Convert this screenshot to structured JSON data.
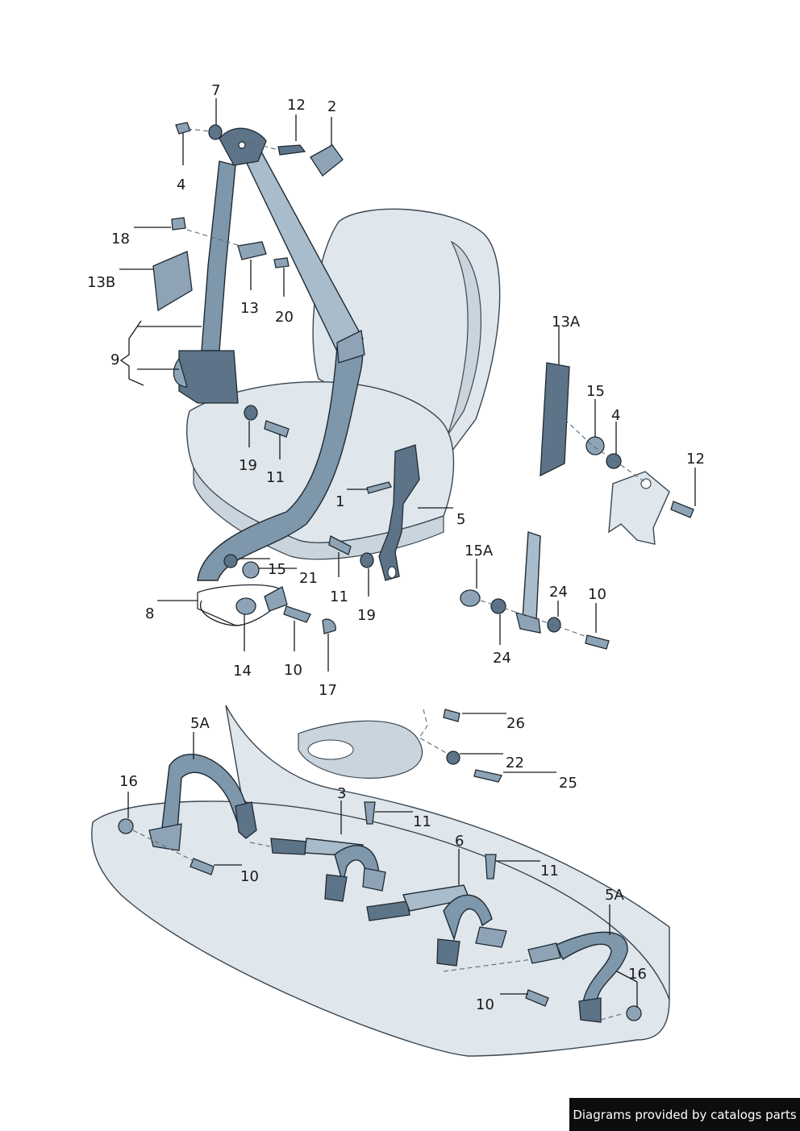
{
  "labels": {
    "l7": "7",
    "l12a": "12",
    "l2": "2",
    "l4a": "4",
    "l18": "18",
    "l13b": "13B",
    "l13": "13",
    "l20": "20",
    "l9": "9",
    "l19a": "19",
    "l11a": "11",
    "l1": "1",
    "l5": "5",
    "l15a": "15",
    "l21": "21",
    "l8": "8",
    "l11b": "11",
    "l19b": "19",
    "l14": "14",
    "l10a": "10",
    "l17": "17",
    "l13a": "13A",
    "l15b": "15",
    "l4b": "4",
    "l12b": "12",
    "l15A": "15A",
    "l24a": "24",
    "l10b": "10",
    "l24b": "24",
    "l5Aa": "5A",
    "l26": "26",
    "l22": "22",
    "l25": "25",
    "l16a": "16",
    "l3": "3",
    "l11c": "11",
    "l10c": "10",
    "l6": "6",
    "l11d": "11",
    "l5Ab": "5A",
    "l16b": "16",
    "l10d": "10"
  },
  "credit": "Diagrams provided by catalogs parts"
}
